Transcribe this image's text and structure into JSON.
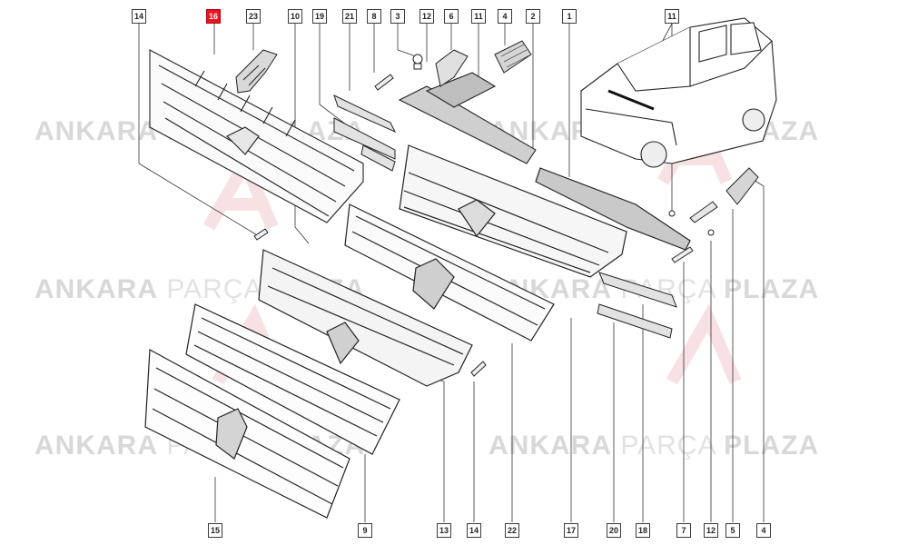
{
  "watermark": {
    "word1": "ANKARA",
    "word2": "PARÇA",
    "word3": "PLAZA"
  },
  "highlight_color": "#e8141e",
  "callouts_top": [
    "14",
    "16",
    "23",
    "10",
    "19",
    "21",
    "8",
    "3",
    "12",
    "6",
    "11",
    "4",
    "2",
    "1",
    "11"
  ],
  "callouts_bottom": [
    "15",
    "9",
    "13",
    "14",
    "22",
    "17",
    "20",
    "18",
    "7",
    "12",
    "5",
    "4"
  ],
  "highlighted_part": "16"
}
